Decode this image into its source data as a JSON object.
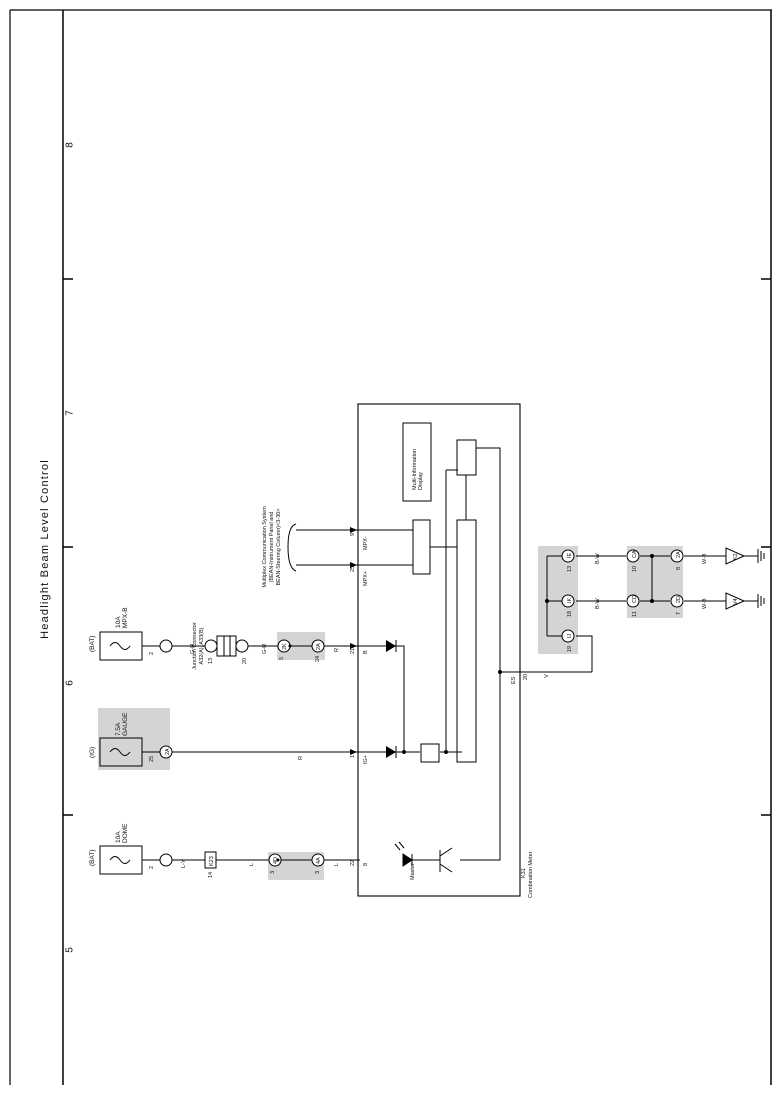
{
  "page_title": "Headlight Beam Level Control",
  "zones": [
    "8",
    "7",
    "6",
    "5"
  ],
  "fuses": [
    {
      "source": "(BAT)",
      "name": "10A\nMPX-B",
      "pin": "2"
    },
    {
      "source": "(IG)",
      "name": "7.5A\nGAUGE",
      "pin": "25",
      "conn": "2A"
    },
    {
      "source": "(BAT)",
      "name": "10A\nDOME",
      "pin": "2"
    }
  ],
  "junction_connector": {
    "label": "Junction Connector",
    "sub": "A32(A), A33(B)",
    "pin_left": "13",
    "pin_right": "20"
  },
  "multiplex": {
    "lines": [
      "Multiplex Communication System",
      "(BEAN-Instrument Panel and",
      "BEAN-Steering Column)<3-30>"
    ]
  },
  "wires": {
    "g_r": "G-R",
    "r": "R",
    "l": "L",
    "l_y": "L-Y",
    "v": "V",
    "b_w": "B-W",
    "w_b": "W-B"
  },
  "connector_pins": {
    "c1_a": "5",
    "c1_b": "2K",
    "c1_c": "24",
    "c1_d": "2A",
    "c2_a": "3",
    "c2_b": "4D",
    "c2_c": "3",
    "c2_d": "4A",
    "k23_pin": "14",
    "k23": "K23"
  },
  "meter": {
    "id": "K31",
    "name": "Combination Meter",
    "mid_label": "Multi-Information\nDisplay",
    "pins": {
      "p9": "9",
      "p25": "25",
      "p21": "21",
      "p8": "8",
      "p1": "1",
      "p22": "22",
      "p20": "20"
    },
    "signals": {
      "mpx_minus": "MPX-",
      "mpx_plus": "MPX+",
      "b": "B",
      "ig": "IG+",
      "es": "ES",
      "b2": "B"
    },
    "master": "Master"
  },
  "ground_block": {
    "pins_left": [
      {
        "n": "13",
        "c": "IE"
      },
      {
        "n": "18",
        "c": "IK"
      },
      {
        "n": "19",
        "c": "IJ"
      }
    ],
    "pins_mid": [
      {
        "n": "10",
        "c": "CA"
      },
      {
        "n": "11",
        "c": "CD"
      }
    ],
    "pins_right": [
      {
        "n": "8",
        "c": "2A"
      },
      {
        "n": "7",
        "c": "2D"
      }
    ],
    "grounds": [
      "K2",
      "V4"
    ]
  }
}
